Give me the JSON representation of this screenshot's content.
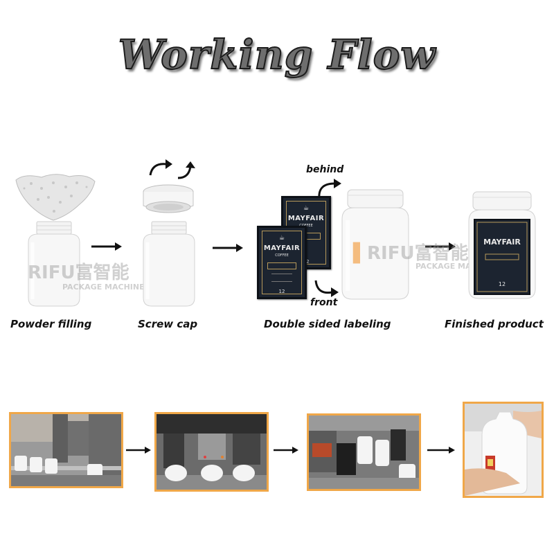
{
  "title": "Working Flow",
  "steps": [
    {
      "label": "Powder filling"
    },
    {
      "label": "Screw cap"
    },
    {
      "label": "Double sided labeling"
    },
    {
      "label": "Finished product"
    }
  ],
  "labeling": {
    "behind_label": "behind",
    "front_label": "front",
    "card_brand": "MAYFAIR",
    "card_sub": "COFFEE",
    "card_size": "12"
  },
  "watermark": {
    "brand": "RIFU富智能",
    "sub": "PACKAGE MACHINERY"
  },
  "colors": {
    "photo_border": "#f0a748",
    "label_dark": "#1c2430",
    "watermark_orange": "#f08a1c"
  }
}
